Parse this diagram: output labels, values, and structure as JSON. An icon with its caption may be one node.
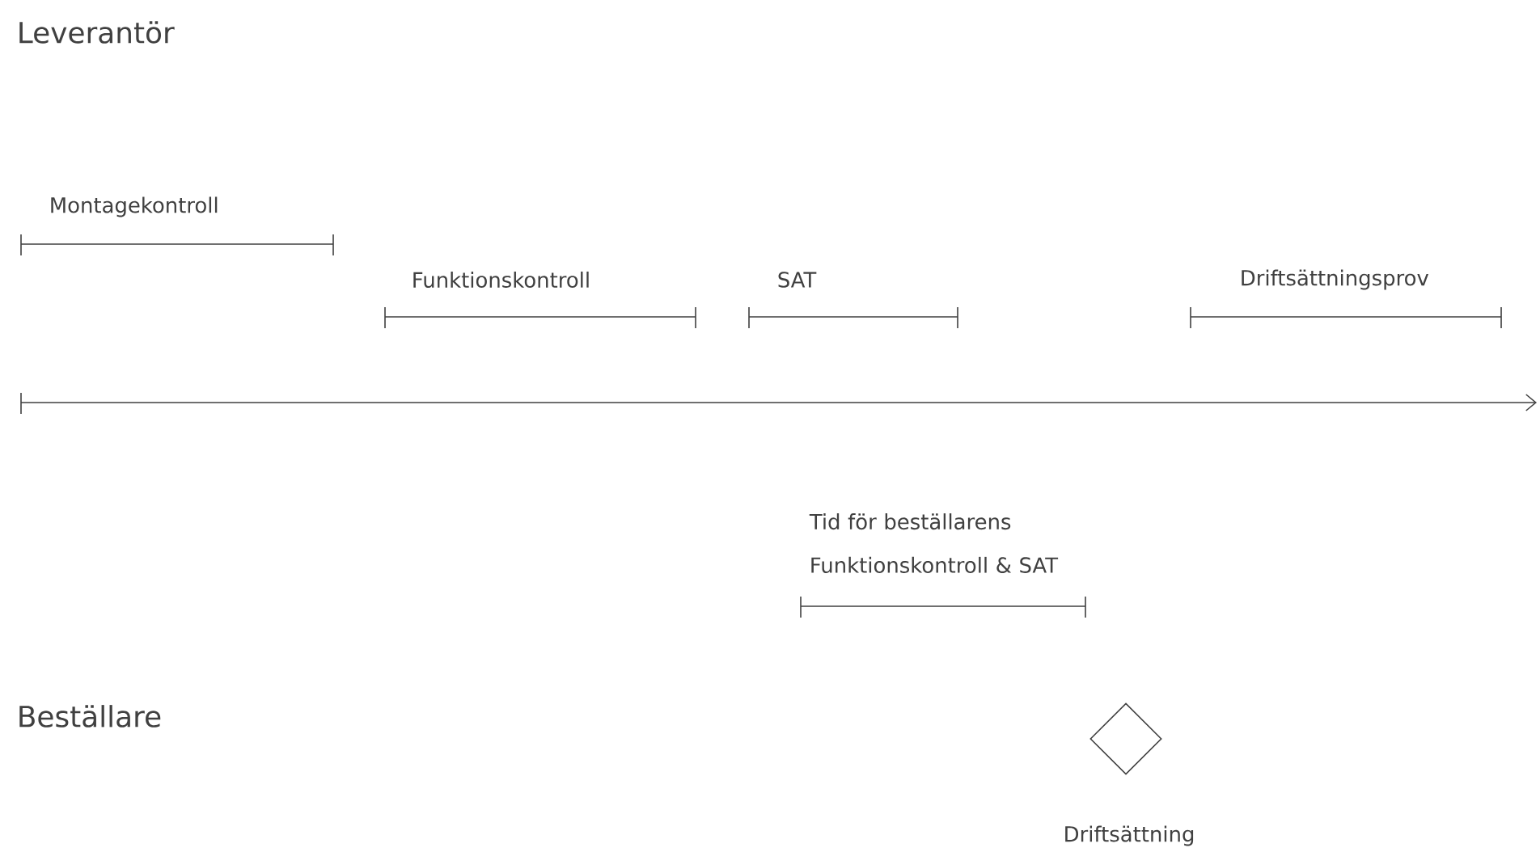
{
  "diagram": {
    "nodes": [
      {
        "text": [
          "Montagekontroll"
        ]
      },
      {
        "text": [
          "Funktionskontroll"
        ]
      },
      {
        "text": [
          "SAT"
        ]
      },
      {
        "text": [
          "Driftsättningsprov"
        ]
      },
      {
        "text": [
          "Tid för beställarens Funktionskontroll & SAT"
        ]
      },
      {
        "text": [],
        "shape": "diamond",
        "beside": [
          "Driftsättning"
        ]
      }
    ],
    "labels": [
      "Leverantör",
      "Beställare"
    ]
  }
}
